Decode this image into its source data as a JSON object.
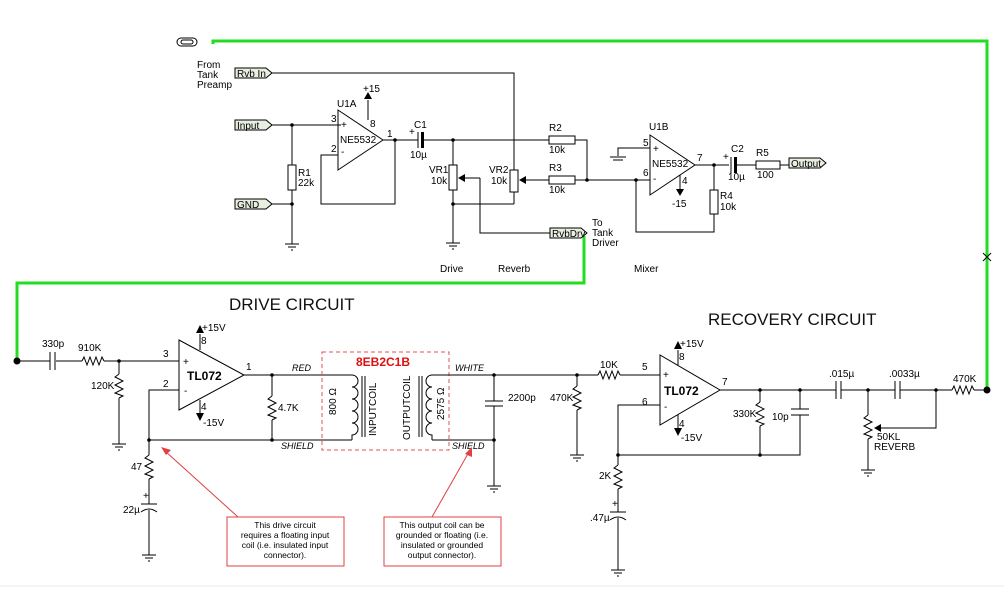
{
  "top_schematic": {
    "port_rvb_in": "Rvb In",
    "port_input": "Input",
    "port_gnd": "GND",
    "port_rvbdrv": "RvbDrv",
    "port_output": "Output",
    "label_from": "From",
    "label_tank": "Tank",
    "label_preamp": "Preamp",
    "label_to": "To",
    "label_tank2": "Tank",
    "label_driver": "Driver",
    "u1a_name": "U1A",
    "u1a_part": "NE5532",
    "u1b_name": "U1B",
    "u1b_part": "NE5532",
    "pos_supply": "+15",
    "neg_supply": "-15",
    "pin_3": "3",
    "pin_2": "2",
    "pin_8": "8",
    "pin_1": "1",
    "pin_5": "5",
    "pin_6": "6",
    "pin_7": "7",
    "pin_4": "4",
    "c1_name": "C1",
    "c1_value": "10µ",
    "c2_name": "C2",
    "c2_value": "10µ",
    "r1_name": "R1",
    "r1_value": "22k",
    "r2_name": "R2",
    "r2_value": "10k",
    "r3_name": "R3",
    "r3_value": "10k",
    "r4_name": "R4",
    "r4_value": "10k",
    "r5_name": "R5",
    "r5_value": "100",
    "vr1_name": "VR1",
    "vr1_value": "10k",
    "vr2_name": "VR2",
    "vr2_value": "10k",
    "label_drive": "Drive",
    "label_reverb": "Reverb",
    "label_mixer": "Mixer"
  },
  "drive_circuit": {
    "title": "DRIVE CIRCUIT",
    "c_in": "330p",
    "r_in": "910K",
    "r_bias": "120K",
    "opamp": "TL072",
    "pos": "+15V",
    "neg": "-15V",
    "pin_3": "3",
    "pin_2": "2",
    "pin_8": "8",
    "pin_4": "4",
    "pin_1": "1",
    "r_fb": "4.7K",
    "r_47": "47",
    "c_22": "22µ",
    "red": "RED",
    "shield": "SHIELD",
    "plus_sign": "+"
  },
  "transformer": {
    "part": "8EB2C1B",
    "input_coil": "INPUTCOIL",
    "output_coil": "OUTPUTCOIL",
    "r_in": "800 Ω",
    "r_out": "2575 Ω",
    "white": "WHITE",
    "shield": "SHIELD"
  },
  "recovery_circuit": {
    "title": "RECOVERY CIRCUIT",
    "c_2200": "2200p",
    "r_470": "470K",
    "r_10k": "10K",
    "opamp": "TL072",
    "pos": "+15V",
    "neg": "-15V",
    "pin_5": "5",
    "pin_6": "6",
    "pin_8": "8",
    "pin_4": "4",
    "pin_7": "7",
    "r_330": "330K",
    "c_10p": "10p",
    "r_2k": "2K",
    "c_47": ".47µ",
    "c_015": ".015µ",
    "c_0033": ".0033µ",
    "r_out": "470K",
    "pot": "50KL",
    "pot_label": "REVERB",
    "plus_sign": "+"
  },
  "notes": {
    "drive_lines": [
      "This drive circuit",
      "requires a floating input",
      "coil (i.e. insulated input",
      "connector)."
    ],
    "output_lines": [
      "This output coil can be",
      "grounded or floating (i.e.",
      "insulated or grounded",
      "output connector)."
    ]
  },
  "colors": {
    "wire": "#000000",
    "link": "#22dd22",
    "note": "#e04040",
    "part": "#dd1111"
  }
}
